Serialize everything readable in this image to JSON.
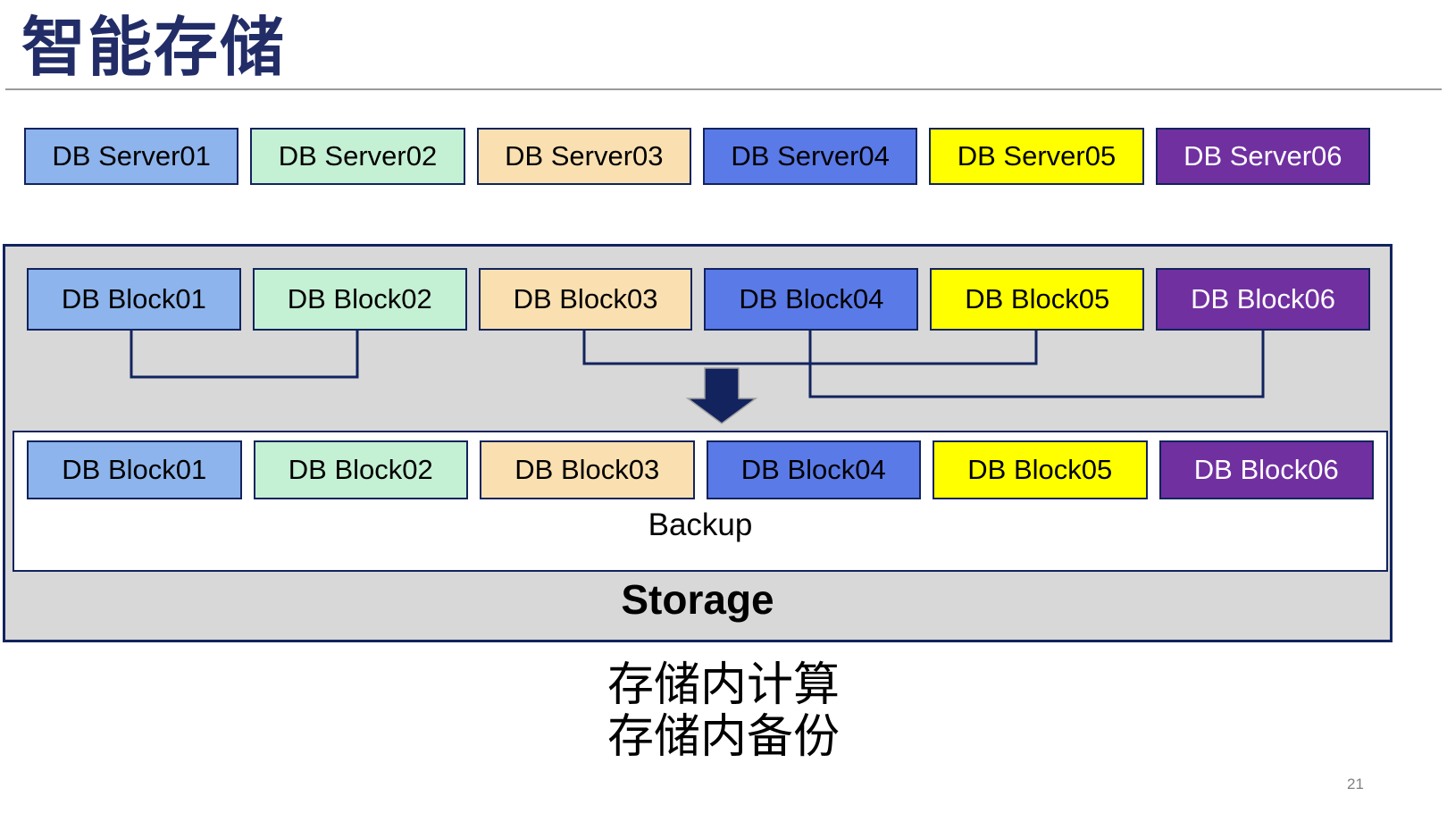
{
  "slide": {
    "title": "智能存储",
    "page_number": "21"
  },
  "colors": {
    "title": "#222d67",
    "navy": "#12235e",
    "container_bg": "#d8d8d8",
    "rule_gray": "#9a9a9a",
    "page_number_gray": "#808080"
  },
  "db_servers": [
    {
      "label": "DB Server01",
      "fill": "#8db4ec",
      "text_color": "#000000"
    },
    {
      "label": "DB Server02",
      "fill": "#c4f0d4",
      "text_color": "#000000"
    },
    {
      "label": "DB Server03",
      "fill": "#fae0b0",
      "text_color": "#000000"
    },
    {
      "label": "DB Server04",
      "fill": "#5a7ae8",
      "text_color": "#000000"
    },
    {
      "label": "DB Server05",
      "fill": "#ffff00",
      "text_color": "#000000"
    },
    {
      "label": "DB Server06",
      "fill": "#7030a0",
      "text_color": "#ffffff"
    }
  ],
  "storage_unit": {
    "source_blocks": [
      {
        "label": "DB Block01",
        "fill": "#8db4ec",
        "text_color": "#000000"
      },
      {
        "label": "DB Block02",
        "fill": "#c4f0d4",
        "text_color": "#000000"
      },
      {
        "label": "DB Block03",
        "fill": "#fae0b0",
        "text_color": "#000000"
      },
      {
        "label": "DB Block04",
        "fill": "#5a7ae8",
        "text_color": "#000000"
      },
      {
        "label": "DB Block05",
        "fill": "#ffff00",
        "text_color": "#000000"
      },
      {
        "label": "DB Block06",
        "fill": "#7030a0",
        "text_color": "#ffffff"
      }
    ],
    "backup_blocks": [
      {
        "label": "DB Block01",
        "fill": "#8db4ec",
        "text_color": "#000000"
      },
      {
        "label": "DB Block02",
        "fill": "#c4f0d4",
        "text_color": "#000000"
      },
      {
        "label": "DB Block03",
        "fill": "#fae0b0",
        "text_color": "#000000"
      },
      {
        "label": "DB Block04",
        "fill": "#5a7ae8",
        "text_color": "#000000"
      },
      {
        "label": "DB Block05",
        "fill": "#ffff00",
        "text_color": "#000000"
      },
      {
        "label": "DB Block06",
        "fill": "#7030a0",
        "text_color": "#ffffff"
      }
    ],
    "backup_label": "Backup",
    "storage_label": "Storage"
  },
  "caption": {
    "line1": "存储内计算",
    "line2": "存储内备份"
  }
}
